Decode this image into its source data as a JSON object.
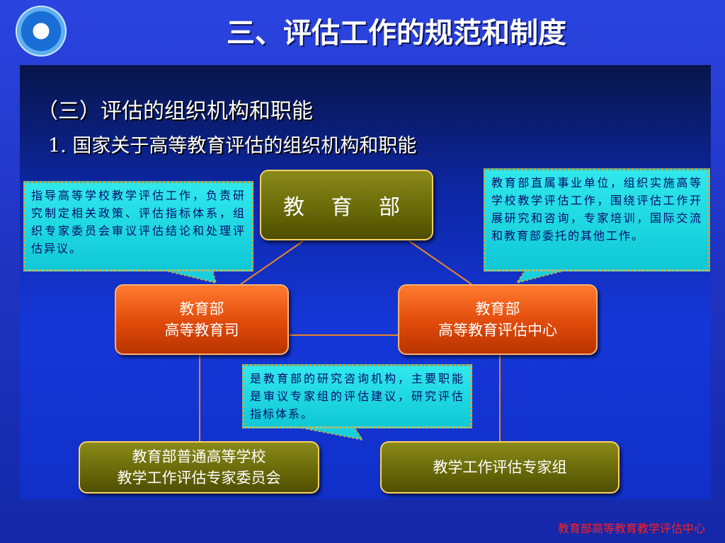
{
  "slide": {
    "title": "三、评估工作的规范和制度",
    "section_heading": "（三）评估的组织机构和职能",
    "subsection_heading": "1.  国家关于高等教育评估的组织机构和职能",
    "footer": "教育部高等教育教学评估中心"
  },
  "diagram": {
    "nodes": {
      "ministry": "教 育 部",
      "higher_ed_dept_line1": "教育部",
      "higher_ed_dept_line2": "高等教育司",
      "eval_center_line1": "教育部",
      "eval_center_line2": "高等教育评估中心",
      "committee_line1": "教育部普通高等学校",
      "committee_line2": "教学工作评估专家委员会",
      "expert_group": "教学工作评估专家组"
    },
    "callouts": {
      "dept_role": "指导高等学校教学评估工作，负责研究制定相关政策、评估指标体系，组织专家委员会审议评估结论和处理评估异议。",
      "center_role": "教育部直属事业单位，组织实施高等学校教学评估工作，围绕评估工作开展研究和咨询，专家培训，国际交流和教育部委托的其他工作。",
      "committee_role": "是教育部的研究咨询机构，主要职能是审议专家组的评估建议，研究评估指标体系。"
    },
    "colors": {
      "connector": "#e8862a",
      "callout_fill": "#20d8e0",
      "callout_border": "#e0a030",
      "olive_box": "#6a6a0a",
      "orange_box": "#e04a0a"
    }
  }
}
